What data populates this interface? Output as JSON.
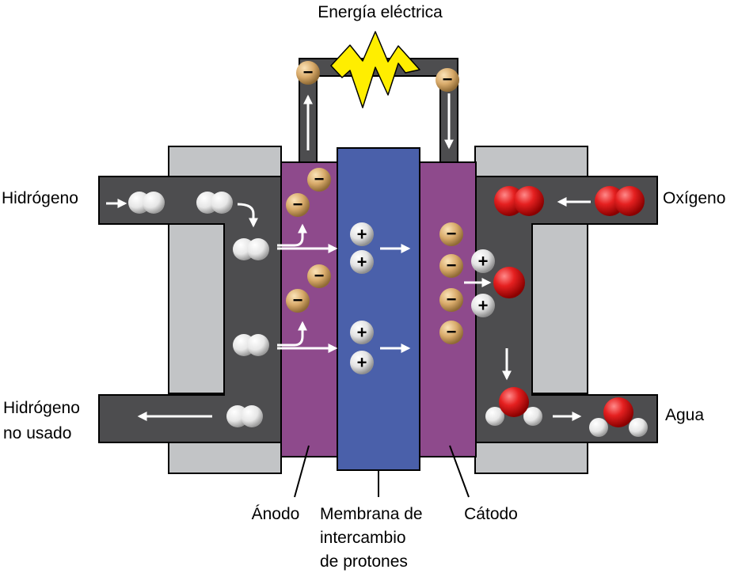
{
  "labels": {
    "energy": "Energía eléctrica",
    "hydrogen": "Hidrógeno",
    "oxygen": "Oxígeno",
    "unused_hydrogen_line1": "Hidrógeno",
    "unused_hydrogen_line2": "no usado",
    "water": "Agua",
    "anode": "Ánodo",
    "membrane_line1": "Membrana de",
    "membrane_line2": "intercambio",
    "membrane_line3": "de protones",
    "cathode": "Cátodo"
  },
  "symbols": {
    "electron": "−",
    "proton": "+"
  },
  "colors": {
    "anode_cathode": "#8e4a8c",
    "membrane": "#4a60aa",
    "channel": "#4d4d4f",
    "frame": "#c2c4c6",
    "electric_energy": "#ffee00",
    "electron": "#d8aa6a",
    "oxygen_atom": "#e52020",
    "hydrogen_atom": "#f2f2f2"
  },
  "icons": {
    "electron": "electron-icon",
    "proton": "proton-icon",
    "hydrogen_molecule": "hydrogen-molecule-icon",
    "oxygen_molecule": "oxygen-molecule-icon",
    "water_molecule": "water-molecule-icon",
    "resistor": "zigzag-energy-icon"
  }
}
